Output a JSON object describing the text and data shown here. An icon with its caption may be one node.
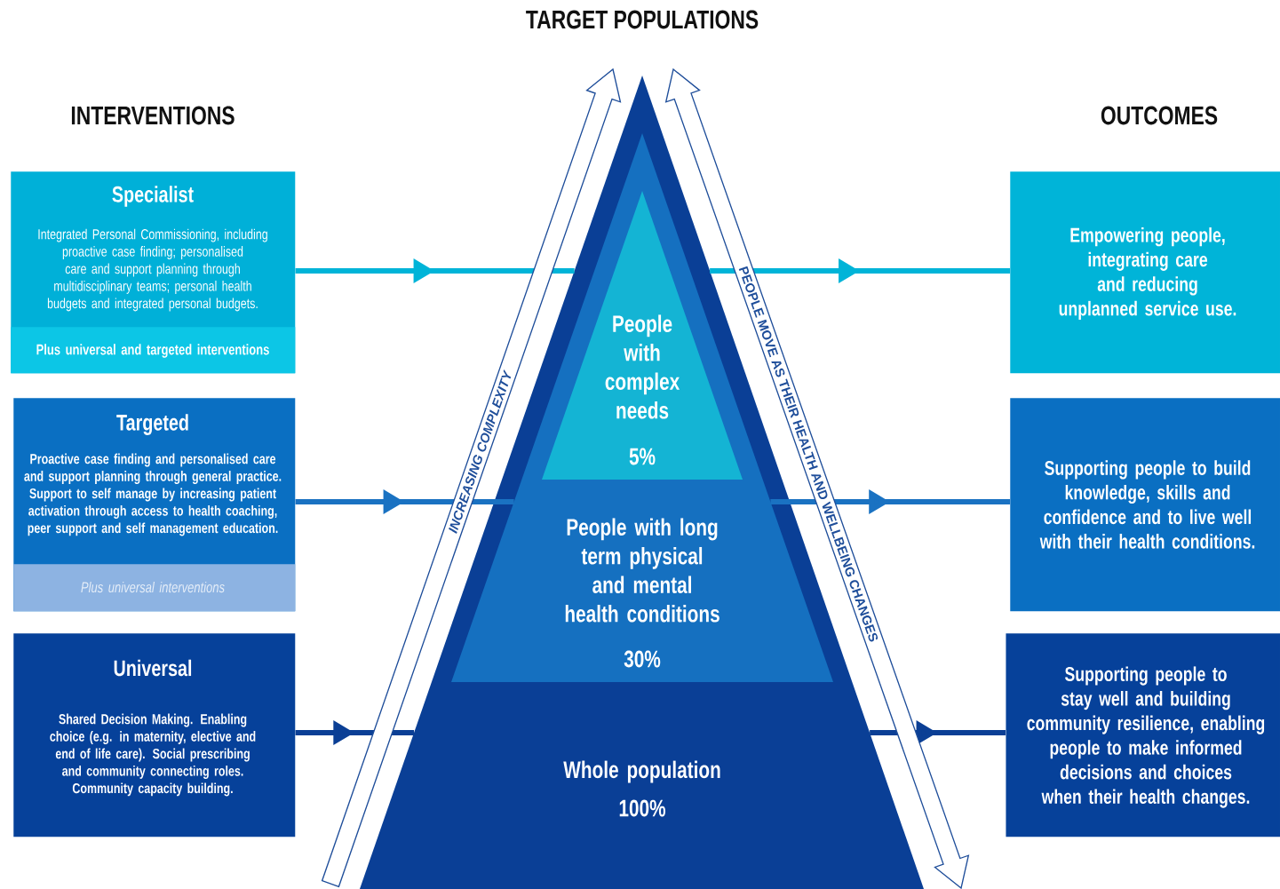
{
  "diagram": {
    "title": "TARGET POPULATIONS",
    "nodes": [
      {
        "text": [
          "Specialist",
          "Integrated Personal Commissioning, including proactive case finding; personalised care and support planning through multidisciplinary teams; personal health budgets and integrated personal budgets."
        ]
      },
      {
        "text": [
          "Plus universal and targeted interventions"
        ],
        "in": 0
      },
      {
        "text": [
          "Targeted",
          "Proactive case finding and personalised care and support planning through general practice. Support to self manage by increasing patient activation through access to health coaching, peer support and self management education."
        ]
      },
      {
        "text": [
          "Plus universal interventions"
        ],
        "in": 2
      },
      {
        "text": [
          "Universal",
          "Shared Decision Making. Enabling choice (e.g. in maternity, elective and end of life care). Social prescribing and community connecting roles. Community capacity building."
        ]
      },
      {
        "text": [
          "Whole population",
          "100%"
        ]
      },
      {
        "text": [
          "People with long term physical and mental health conditions",
          "30%"
        ],
        "in": 5
      },
      {
        "text": [
          "People with complex needs",
          "5%"
        ],
        "in": 6
      },
      {
        "text": [
          "Empowering people, integrating care and reducing unplanned service use."
        ]
      },
      {
        "text": [
          "Supporting people to build knowledge, skills and confidence and to live well with their health conditions."
        ]
      },
      {
        "text": [
          "Supporting people to stay well and building community resilience, enabling people to make informed decisions and choices when their health changes."
        ]
      }
    ],
    "edges": [
      {
        "from": 0,
        "to": 5,
        "arrow": "to",
        "color": "#00b4d8"
      },
      {
        "from": 5,
        "to": 8,
        "arrow": "to",
        "color": "#00b4d8"
      },
      {
        "from": 2,
        "to": 6,
        "arrow": "to",
        "color": "#1a72c2"
      },
      {
        "from": 6,
        "to": 9,
        "arrow": "to",
        "color": "#1a72c2"
      },
      {
        "from": 4,
        "to": 5,
        "arrow": "to",
        "color": "#0b3f95"
      },
      {
        "from": 5,
        "to": 10,
        "arrow": "to",
        "color": "#0b3f95"
      }
    ],
    "labels": [
      "INTERVENTIONS",
      "OUTCOMES",
      "INCREASING COMPLEXITY",
      "PEOPLE MOVE AS THEIR HEALTH AND WELLBEING CHANGES"
    ]
  }
}
